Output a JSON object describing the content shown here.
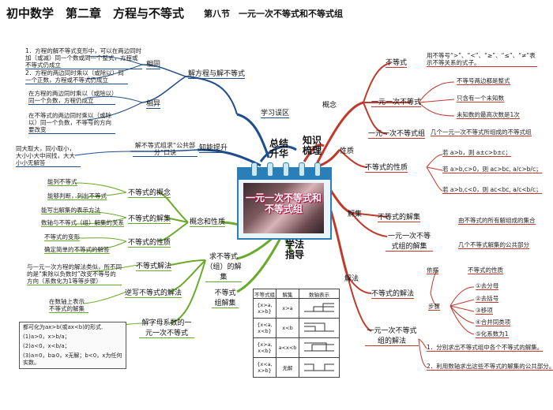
{
  "header": {
    "title": "初中数学　第二章　方程与不等式",
    "subtitle": "第八节　一元一次不等式和不等式组"
  },
  "center": {
    "title": "一元一次不等式和不等式组",
    "hub_summary": "总结升华",
    "hub_knowledge": "知识梳理",
    "hub_method": "学法指导"
  },
  "knowledge": {
    "concept": "概念",
    "inequality": "不等式",
    "inequality_def": "用不等号“>”、“<”、“≥”、“≤”、“≠”表示不等关系的式子。",
    "linear_ineq": "一元一次不等式",
    "li_1": "不等号两边都是整式",
    "li_2": "只含有一个未知数",
    "li_3": "未知数的最高次数是1次",
    "linear_ineq_group": "一元一次不等式组",
    "lig_def": "几个一元一次不等式所组成的不等式组",
    "property": "性质",
    "ineq_property": "不等式的性质",
    "p1": "若 a>b，则 a±c>b±c；",
    "p2": "若 a>b,c>0，则 ac>bc, a/c>b/c；",
    "p3": "若 a>b,c<0，则 ac<bc, a/c<b/c；",
    "solution_set": "解集",
    "ineq_solution_set": "不等式的解集",
    "iss_def": "由不等式的所有解组成的集合",
    "group_solution_set": "一元一次不等式组的解集",
    "gss_def": "几个不等式解集的公共部分",
    "solving": "解法",
    "ineq_solving": "不等式的解法",
    "basis": "依据",
    "basis_val": "不等式的性质",
    "steps": "步骤",
    "step1": "①去分母",
    "step2": "②去括号",
    "step3": "③移项",
    "step4": "④合并同类项",
    "step5": "⑤化系数为1",
    "group_solving": "一元一次不等式组的解法",
    "gs1": "1．分别求出不等式组中各个不等式的解集。",
    "gs2": "2．利用数轴求出这些不等式的解集的公共部分。"
  },
  "review": {
    "hub": "学习误区",
    "equation_vs_ineq": "解方程与解不等式",
    "same": "相同",
    "same_1": "1．方程的解不等式变形中，可以在两边同时加（或减）同一个数或同一个整式，方程或不等式仍成立",
    "same_2": "2．方程的两边同时乘以（或除以）同一个正数，方程或不等式仍成立",
    "diff": "相异",
    "diff_1": "在方程的两边同时乘以（或除以）同一个负数，方程仍成立",
    "diff_2": "在不等式的两边同时乘以（或除以）同一个负数，不等号的方向要改变",
    "skill": "知能提升",
    "group_mnemonic": "解不等式组求“公共部分”口诀",
    "mnemonic": "同大取大，同小取小，大小小大中间找，大大小小无解答"
  },
  "method": {
    "concepts_props": "概念和性质",
    "concept_of_ineq": "不等式的概念",
    "c1": "能列不等式",
    "c2": "能够判断，列出不等式",
    "sol_set_of_ineq": "不等式的解集",
    "s1": "能写出解集的表示方法",
    "s2": "数轴与不等式（组）解集的关系",
    "prop_of_ineq": "不等式的性质",
    "pr1": "不等式的变形",
    "pr2": "确定简单的不等式的解答",
    "solve_group": "求不等式（组）的解集",
    "solve_method": "不等式解法",
    "sm_1": "与一元一次方程的解法类似，所不同的是“乘除以负数时”改变不等号的方向（系数化为1等等步骤）",
    "solve_ineq": "逆写不等式的解法",
    "solve_ineq_1": "在数轴上表示不等式的解集",
    "learn_ineq": "解字母系数的一元一次不等式",
    "box_1": "都可化为ax>b(或ax<b)的形式.",
    "box_2": "(1)a>0，x>b/a；",
    "box_3": "(2)a<0，x<b/a；",
    "box_4": "(3)a=0，b≥0，x无解；b<0，x为任何实数。",
    "group_sol": "不等式组解集",
    "tbl_h1": "不等式组",
    "tbl_h2": "解集",
    "tbl_h3": "数轴表示",
    "r1_sys": "{x>a, x>b}",
    "r1_sol": "x>a",
    "r2_sys": "{x<a, x<b}",
    "r2_sol": "x<b",
    "r3_sys": "{x>a, x<b}",
    "r3_sol": "a<x<b",
    "r4_sys": "{x<a, x>b}",
    "r4_sol": "无解"
  }
}
